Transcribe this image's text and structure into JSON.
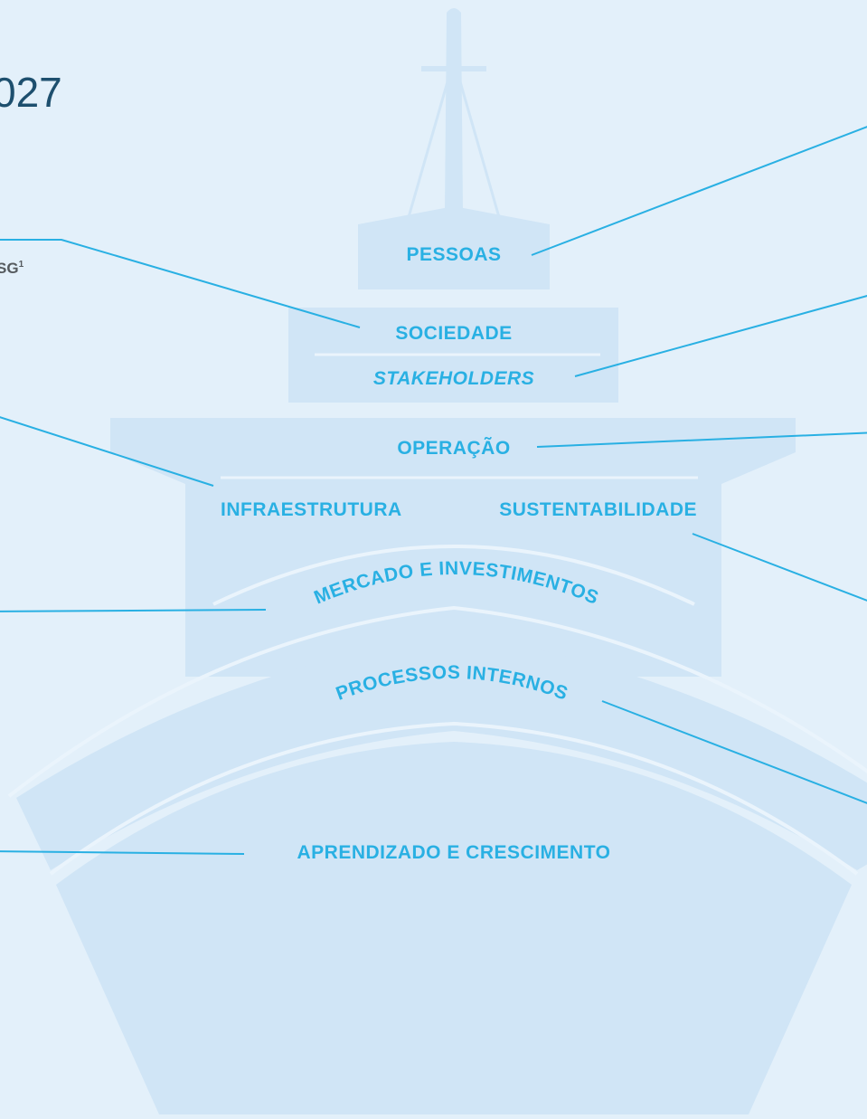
{
  "header": {
    "title_fragment": "027",
    "esg_fragment": "SG",
    "esg_superscript": "1"
  },
  "ship": {
    "bridge_label": "PESSOAS",
    "upper_deck_top_label": "SOCIEDADE",
    "upper_deck_bottom_label": "STAKEHOLDERS",
    "main_deck_top_label": "OPERAÇÃO",
    "main_deck_left_label": "INFRAESTRUTURA",
    "main_deck_right_label": "SUSTENTABILIDADE",
    "arc_label_market": "MERCADO E INVESTIMENTOS",
    "arc_label_processes": "PROCESSOS INTERNOS",
    "hull_label": "APRENDIZADO E CRESCIMENTO"
  },
  "colors": {
    "background": "#e3f0fa",
    "shape_fill": "#d0e5f6",
    "label_color": "#29b0e3",
    "leader_color": "#29b0e3",
    "title_color": "#1d4f6e"
  }
}
